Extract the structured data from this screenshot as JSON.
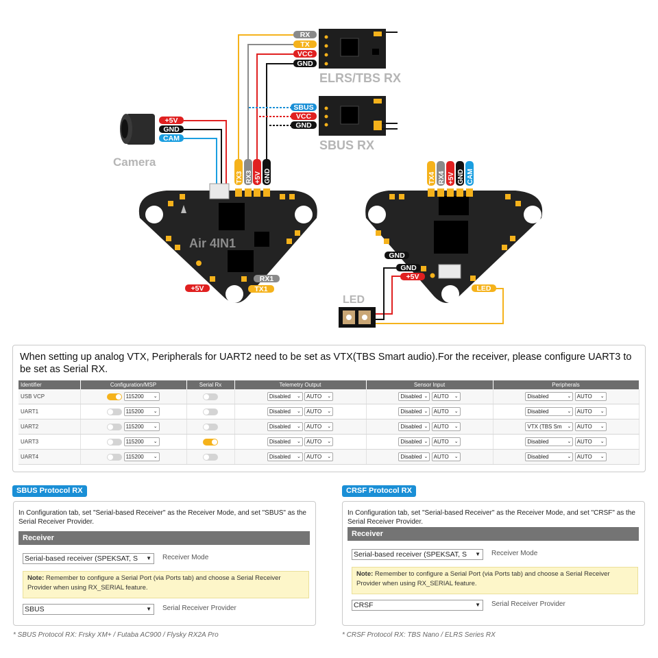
{
  "diagram": {
    "elrs_rx": {
      "title": "ELRS/TBS RX",
      "pins": [
        "RX",
        "TX",
        "VCC",
        "GND"
      ]
    },
    "sbus_rx": {
      "title": "SBUS RX",
      "pins": [
        "SBUS",
        "VCC",
        "GND"
      ]
    },
    "camera": {
      "title": "Camera",
      "pins": [
        "+5V",
        "GND",
        "CAM"
      ]
    },
    "board_left": {
      "name": "Air 4IN1",
      "top_pads": [
        "TX3",
        "RX3",
        "+5V",
        "GND"
      ],
      "uart1": [
        "RX1",
        "TX1"
      ],
      "power": "+5V"
    },
    "board_right": {
      "top_pads": [
        "TX4",
        "RX4",
        "+5V",
        "GND",
        "CAM"
      ],
      "gnd1": "GND",
      "gnd2": "GND",
      "power": "+5V",
      "led_pad": "LED"
    },
    "led": {
      "title": "LED"
    },
    "colors": {
      "rx": "#8a8a8a",
      "tx": "#f5b21b",
      "vcc": "#e02020",
      "gnd": "#111111",
      "sbus": "#1a8fd6",
      "cam": "#1a9ee0",
      "board": "#222222",
      "pad": "#f5b21b"
    }
  },
  "ports": {
    "note": "When setting up analog VTX, Peripherals for UART2 need to be set as VTX(TBS Smart audio).For the receiver, please configure UART3 to be set as Serial RX.",
    "headers": [
      "Identifier",
      "Configuration/MSP",
      "Serial Rx",
      "Telemetry Output",
      "Sensor Input",
      "Peripherals"
    ],
    "rows": [
      {
        "id": "USB VCP",
        "msp": true,
        "baud": "115200",
        "serial_rx": false,
        "telemetry": "Disabled",
        "telemetry_auto": "AUTO",
        "sensor": "Disabled",
        "sensor_auto": "AUTO",
        "periph": "Disabled",
        "periph_auto": "AUTO"
      },
      {
        "id": "UART1",
        "msp": false,
        "baud": "115200",
        "serial_rx": false,
        "telemetry": "Disabled",
        "telemetry_auto": "AUTO",
        "sensor": "Disabled",
        "sensor_auto": "AUTO",
        "periph": "Disabled",
        "periph_auto": "AUTO"
      },
      {
        "id": "UART2",
        "msp": false,
        "baud": "115200",
        "serial_rx": false,
        "telemetry": "Disabled",
        "telemetry_auto": "AUTO",
        "sensor": "Disabled",
        "sensor_auto": "AUTO",
        "periph": "VTX (TBS Sm",
        "periph_auto": "AUTO"
      },
      {
        "id": "UART3",
        "msp": false,
        "baud": "115200",
        "serial_rx": true,
        "telemetry": "Disabled",
        "telemetry_auto": "AUTO",
        "sensor": "Disabled",
        "sensor_auto": "AUTO",
        "periph": "Disabled",
        "periph_auto": "AUTO"
      },
      {
        "id": "UART4",
        "msp": false,
        "baud": "115200",
        "serial_rx": false,
        "telemetry": "Disabled",
        "telemetry_auto": "AUTO",
        "sensor": "Disabled",
        "sensor_auto": "AUTO",
        "periph": "Disabled",
        "periph_auto": "AUTO"
      }
    ]
  },
  "sbus_panel": {
    "tag": "SBUS Protocol RX",
    "text": "In Configuration tab, set \"Serial-based Receiver\" as the Receiver Mode, and set \"SBUS\" as the Serial Receiver Provider.",
    "receiver_header": "Receiver",
    "mode_value": "Serial-based receiver (SPEKSAT, S",
    "mode_label": "Receiver Mode",
    "note_bold": "Note:",
    "note_text": "Remember to configure a Serial Port (via Ports tab) and choose a Serial Receiver Provider when using RX_SERIAL feature.",
    "provider_value": "SBUS",
    "provider_label": "Serial Receiver Provider",
    "footnote": "* SBUS Protocol RX: Frsky XM+ / Futaba AC900 / Flysky RX2A Pro"
  },
  "crsf_panel": {
    "tag": "CRSF Protocol RX",
    "text": "In Configuration tab, set \"Serial-based Receiver\" as the Receiver Mode, and set \"CRSF\" as the Serial Receiver Provider.",
    "receiver_header": "Receiver",
    "mode_value": "Serial-based receiver (SPEKSAT, S",
    "mode_label": "Receiver Mode",
    "note_bold": "Note:",
    "note_text": "Remember to configure a Serial Port (via Ports tab) and choose a Serial Receiver Provider when using RX_SERIAL feature.",
    "provider_value": "CRSF",
    "provider_label": "Serial Receiver Provider",
    "footnote": "* CRSF Protocol RX: TBS Nano / ELRS Series RX"
  }
}
